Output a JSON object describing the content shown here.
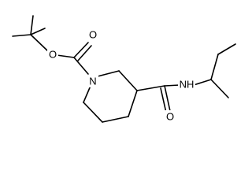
{
  "molecule": {
    "atoms": {
      "o_ester": "O",
      "o_boc_carbonyl": "O",
      "n_ring": "N",
      "nh_amide": "NH",
      "o_amide": "O"
    }
  },
  "colors": {
    "bond": "#000000",
    "background": "#ffffff"
  }
}
